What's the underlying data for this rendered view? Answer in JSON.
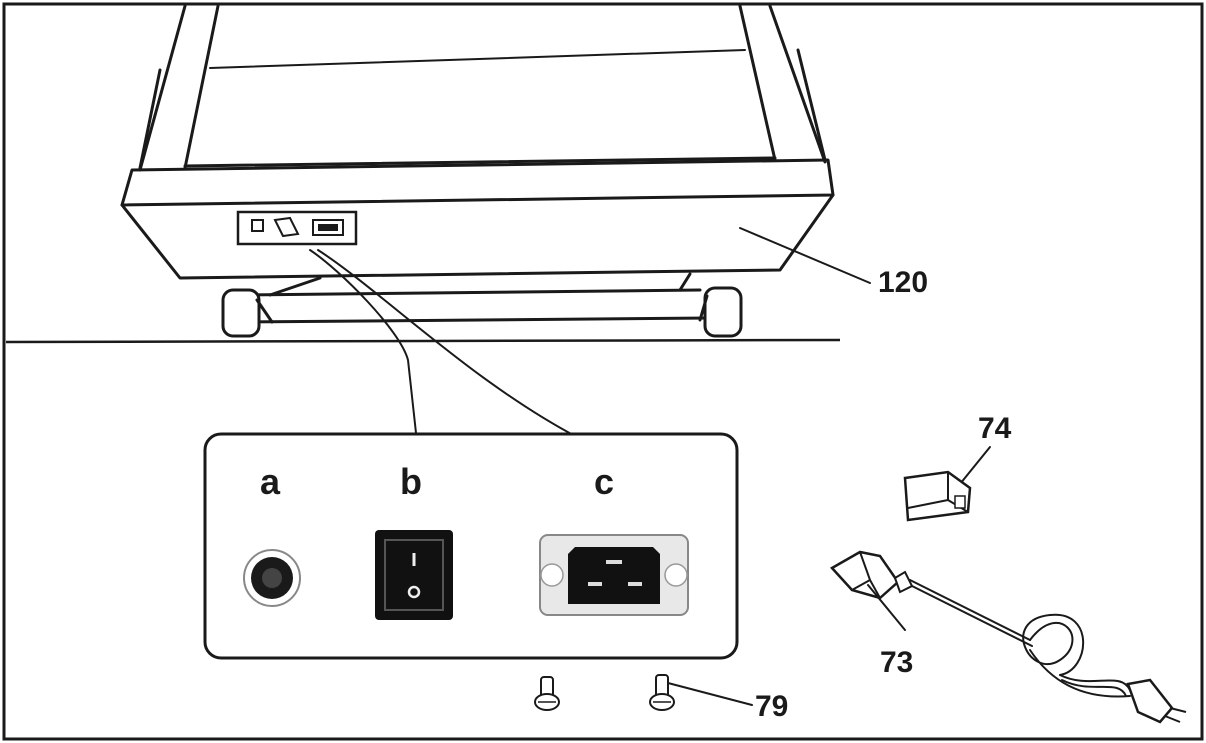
{
  "labels": {
    "part_120": "120",
    "part_74": "74",
    "part_73": "73",
    "part_79": "79",
    "socket_a": "a",
    "switch_b": "b",
    "inlet_c": "c"
  },
  "colors": {
    "line": "#1a1a1a",
    "panel_fill": "#ffffff",
    "switch_fill": "#111111",
    "inlet_body": "#e8e8e8"
  }
}
